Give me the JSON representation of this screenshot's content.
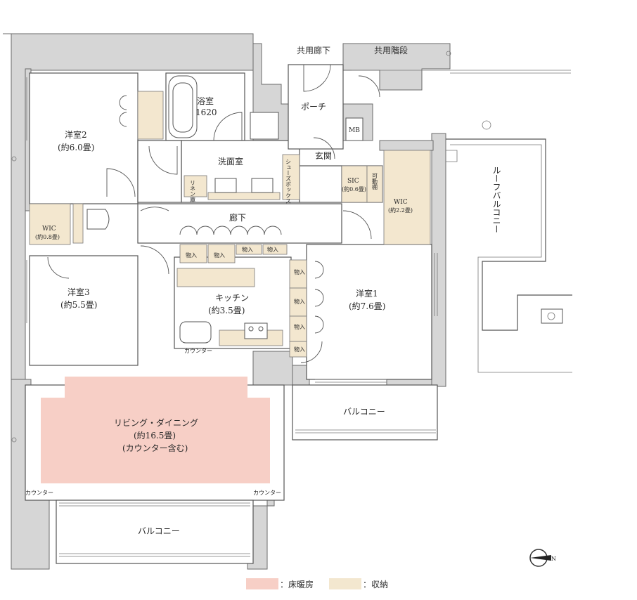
{
  "rooms": {
    "western2": {
      "name": "洋室2",
      "size": "(約6.0畳)"
    },
    "bath": {
      "name": "浴室",
      "size": "1620"
    },
    "corridor_common": "共用廊下",
    "stairs_common": "共用階段",
    "porch": "ポーチ",
    "mb": "MB",
    "entrance": "玄関",
    "washroom": "洗面室",
    "linen": "リネン庫",
    "shoes_box": "シューズボックス",
    "sic": {
      "name": "SIC",
      "size": "(約0.6畳)"
    },
    "movable_shelf": "可動棚",
    "wic_main": {
      "name": "WIC",
      "size": "(約2.2畳)"
    },
    "roof_balcony": "ルーフバルコニー",
    "wic_small": {
      "name": "WIC",
      "size": "(約0.8畳)"
    },
    "hallway": "廊下",
    "storage": "物入",
    "western3": {
      "name": "洋室3",
      "size": "(約5.5畳)"
    },
    "kitchen": {
      "name": "キッチン",
      "size": "(約3.5畳)"
    },
    "counter": "カウンター",
    "western1": {
      "name": "洋室1",
      "size": "(約7.6畳)"
    },
    "balcony_right": "バルコニー",
    "living": {
      "name": "リビング・ダイニング",
      "size": "(約16.5畳)",
      "note": "(カウンター含む)"
    },
    "counter_left": "カウンター",
    "counter_right": "カウンター",
    "balcony_bottom": "バルコニー"
  },
  "legend": {
    "floor_heating": "：床暖房",
    "storage": "：収納"
  },
  "colors": {
    "floor_heating": "#f7cfc6",
    "storage": "#f3e7cf",
    "wall": "#d6d6d6"
  },
  "compass": {
    "label": "N"
  }
}
